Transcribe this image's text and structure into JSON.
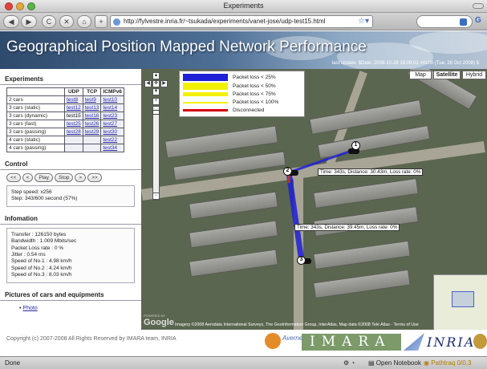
{
  "window": {
    "title": "Experiments"
  },
  "toolbar": {
    "back": "◀",
    "forward": "▶",
    "reload": "C",
    "stop": "✕",
    "home": "⌂",
    "add": "+",
    "url": "http://fylvestre.inria.fr/~tsukada/experiments/vanet-jose/udp-test15.html",
    "bookmark_star": "☆▾"
  },
  "banner": {
    "title": "Geographical Position Mapped Network Performance",
    "last_update": "last update: $Date: 2008-10-28 15:09:01 +0100 (Tue, 28 Oct 2008) $"
  },
  "experiments": {
    "heading": "Experiments",
    "columns": [
      "",
      "UDP",
      "TCP",
      "ICMPv6"
    ],
    "rows": [
      {
        "name": "2 cars",
        "udp": "test8",
        "tcp": "test9",
        "icmp": "test10"
      },
      {
        "name": "3 cars (static)",
        "udp": "test12",
        "tcp": "test13",
        "icmp": "test14"
      },
      {
        "name": "3 cars (dynamic)",
        "udp": "test15",
        "tcp": "test16",
        "icmp": "test23"
      },
      {
        "name": "3 cars (fast)",
        "udp": "test25",
        "tcp": "test26",
        "icmp": "test27"
      },
      {
        "name": "3 cars (passing)",
        "udp": "test28",
        "tcp": "test29",
        "icmp": "test30"
      },
      {
        "name": "4 cars (static)",
        "udp": "",
        "tcp": "",
        "icmp": "test22"
      },
      {
        "name": "4 cars (passing)",
        "udp": "",
        "tcp": "",
        "icmp": "test34"
      }
    ]
  },
  "control": {
    "heading": "Control",
    "buttons": [
      "<<",
      "<",
      "Play",
      "Stop",
      ">",
      ">>"
    ],
    "step_speed": "Step speed: x256",
    "step": "Step: 343/600 second (57%)"
  },
  "information": {
    "heading": "Infomation",
    "lines": [
      "Transfer : 126150 bytes",
      "Bandwidth : 1.009 Mbits/sec",
      "Packet Loss rate : 0 %",
      "Jitter : 0.54 ms",
      "Speed of No.1 : 4.98 km/h",
      "Speed of No.2 : 4.24 km/h",
      "Speed of No.3 : 8.03 km/h"
    ]
  },
  "pictures": {
    "heading": "Pictures of cars and equipments",
    "link": "Photo"
  },
  "map": {
    "types": [
      "Map",
      "Satellite",
      "Hybrid"
    ],
    "legend": [
      {
        "label": "Packet loss < 25%",
        "color": "#1f1fd6"
      },
      {
        "label": "Packet loss < 50%",
        "color": "#f2f200"
      },
      {
        "label": "Packet loss < 75%",
        "color": "#f2f200"
      },
      {
        "label": "Packet loss < 100%",
        "color": "#f2f200"
      },
      {
        "label": "Disconnected",
        "color": "#d60000"
      }
    ],
    "cars": [
      "1",
      "2",
      "3"
    ],
    "labels": [
      "Time: 343s, Distance: 30.43m, Loss rate: 0%",
      "Time: 343s, Distance: 39.45m, Loss rate: 0%"
    ],
    "powered_by": "POWERED BY",
    "google": "Google",
    "copyright": "Imagery ©2008 Aerodata International Surveys, The GeoInformation Group, InterAtlas, Map data ©2008 Tele Atlas - Terms of Use"
  },
  "footer": {
    "copyright": "Copyright (c) 2007-2008 All Rights Reserved by IMARA team, INRIA",
    "imara": "IMARA",
    "inria": "INRIA",
    "partner": "Averne"
  },
  "statusbar": {
    "status": "Done",
    "open_notebook": "Open Notebook",
    "pathtraq": "Pathtraq 0/0.3"
  }
}
